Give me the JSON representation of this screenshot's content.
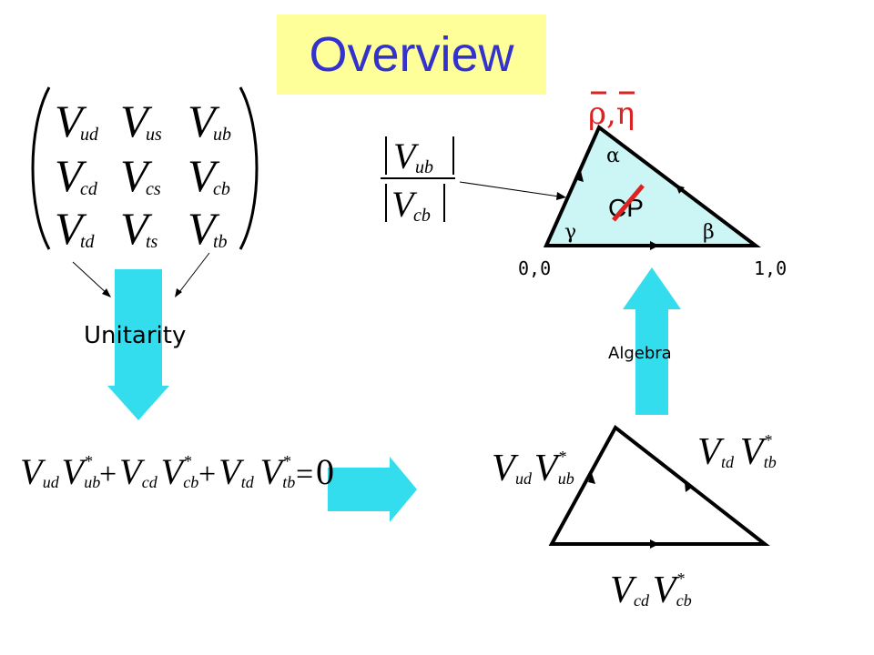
{
  "title": "Overview",
  "labels": {
    "unitarity": "Unitarity",
    "algebra": "Algebra",
    "origin": "0,0",
    "unit": "1,0",
    "cp": "CP",
    "rho_eta": "ρ,η",
    "alpha": "α",
    "beta": "β",
    "gamma": "γ"
  },
  "ckm": {
    "matrix": [
      [
        {
          "base": "V",
          "sub": "ud"
        },
        {
          "base": "V",
          "sub": "us"
        },
        {
          "base": "V",
          "sub": "ub"
        }
      ],
      [
        {
          "base": "V",
          "sub": "cd"
        },
        {
          "base": "V",
          "sub": "cs"
        },
        {
          "base": "V",
          "sub": "cb"
        }
      ],
      [
        {
          "base": "V",
          "sub": "td"
        },
        {
          "base": "V",
          "sub": "ts"
        },
        {
          "base": "V",
          "sub": "tb"
        }
      ]
    ],
    "ratio": {
      "num_sub": "ub",
      "den_sub": "cb"
    }
  },
  "equation": {
    "terms": [
      {
        "a": "ud",
        "b": "ub"
      },
      {
        "a": "cd",
        "b": "cb"
      },
      {
        "a": "td",
        "b": "tb"
      }
    ],
    "plus": "+",
    "equals": "=",
    "rhs": "0",
    "star": "*"
  },
  "side_labels": [
    {
      "a": "ud",
      "b": "ub"
    },
    {
      "a": "td",
      "b": "tb"
    },
    {
      "a": "cd",
      "b": "cb"
    }
  ],
  "colors": {
    "title_bg": "#ffff99",
    "title_text": "#3333cc",
    "arrow": "#33ddee",
    "triangle_fill": "#ccf5f5",
    "cp_slash": "#dd2222"
  }
}
